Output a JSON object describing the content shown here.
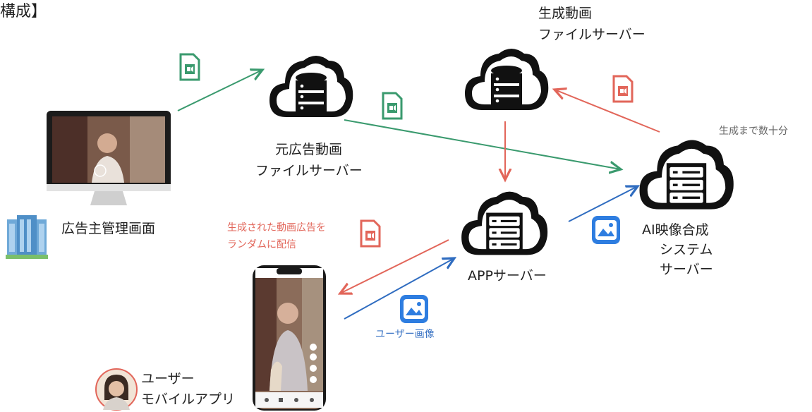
{
  "title_fragment": "構成】",
  "nodes": {
    "source_server": [
      "元広告動画",
      "ファイルサーバー"
    ],
    "generated_server": [
      "生成動画",
      "ファイルサーバー"
    ],
    "app_server": [
      "APPサーバー"
    ],
    "ai_system": [
      "AI映像合成",
      "システム",
      "サーバー"
    ],
    "advertiser_screen": [
      "広告主管理画面"
    ],
    "user_app": [
      "ユーザー",
      "モバイルアプリ"
    ]
  },
  "annotations": {
    "generation_time": "生成まで数十分",
    "delivery": [
      "生成された動画広告を",
      "ランダムに配信"
    ],
    "user_image": "ユーザー画像"
  },
  "colors": {
    "green": "#3a9a6e",
    "red": "#e2665a",
    "blue": "#2f6cc0",
    "dark": "#111111"
  }
}
